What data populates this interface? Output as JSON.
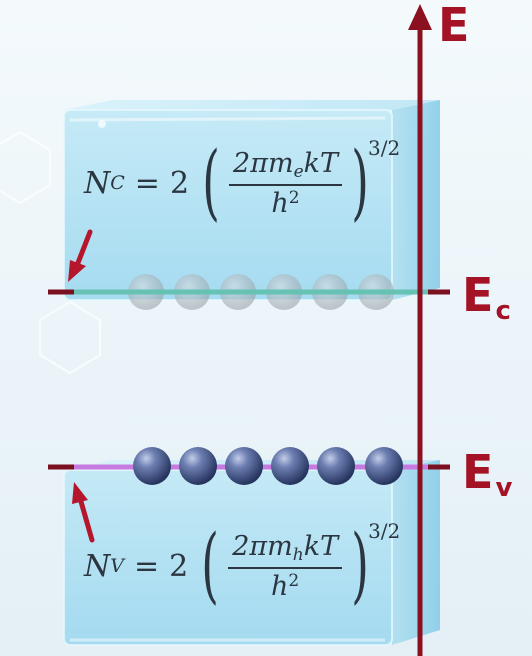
{
  "axis": {
    "label": "E"
  },
  "levels": {
    "conduction": {
      "label_main": "E",
      "label_sub": "c",
      "line_color": "#66c2b3"
    },
    "valence": {
      "label_main": "E",
      "label_sub": "v",
      "line_color": "#c77ae0"
    }
  },
  "formulas": {
    "conduction": {
      "lhs_symbol": "N",
      "lhs_sub": "C",
      "equals": "=",
      "factor": "2",
      "num_prefix": "2πm",
      "num_sub": "e",
      "num_suffix": "kT",
      "den": "h",
      "den_sup": "2",
      "power": "3/2"
    },
    "valence": {
      "lhs_symbol": "N",
      "lhs_sub": "V",
      "equals": "=",
      "factor": "2",
      "num_prefix": "2πm",
      "num_sub": "h",
      "num_suffix": "kT",
      "den": "h",
      "den_sup": "2",
      "power": "3/2"
    }
  },
  "colors": {
    "axis": "#8b1020",
    "level_label": "#a41226",
    "arrow": "#b5162c",
    "electron_filled": "#3d4f80",
    "electron_empty": "#9aa4ab",
    "box_glass": "#9fdaf0"
  },
  "electrons": {
    "conduction_band": {
      "count": 6,
      "state": "empty"
    },
    "valence_band": {
      "count": 6,
      "state": "filled"
    }
  }
}
